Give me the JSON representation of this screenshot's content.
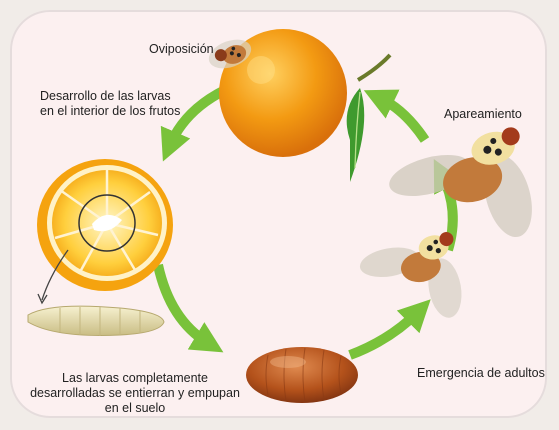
{
  "stages": {
    "oviposition": "Oviposición",
    "larval_development": "Desarrollo de las larvas\nen el interior de los frutos",
    "mating": "Apareamiento",
    "pupation": "Las larvas completamente\ndesarrolladas se entierran y empupan\nen el suelo",
    "emergence": "Emergencia de adultos"
  },
  "colors": {
    "arrow": "#79c23a",
    "orange": "#f39a12",
    "pupa": "#b4521b",
    "larva": "#ece3b6",
    "fly_body": "#c27a3b"
  },
  "icons": [
    "orange-fruit-icon",
    "cut-orange-icon",
    "larva-icon",
    "pupa-icon",
    "fly-icon"
  ]
}
